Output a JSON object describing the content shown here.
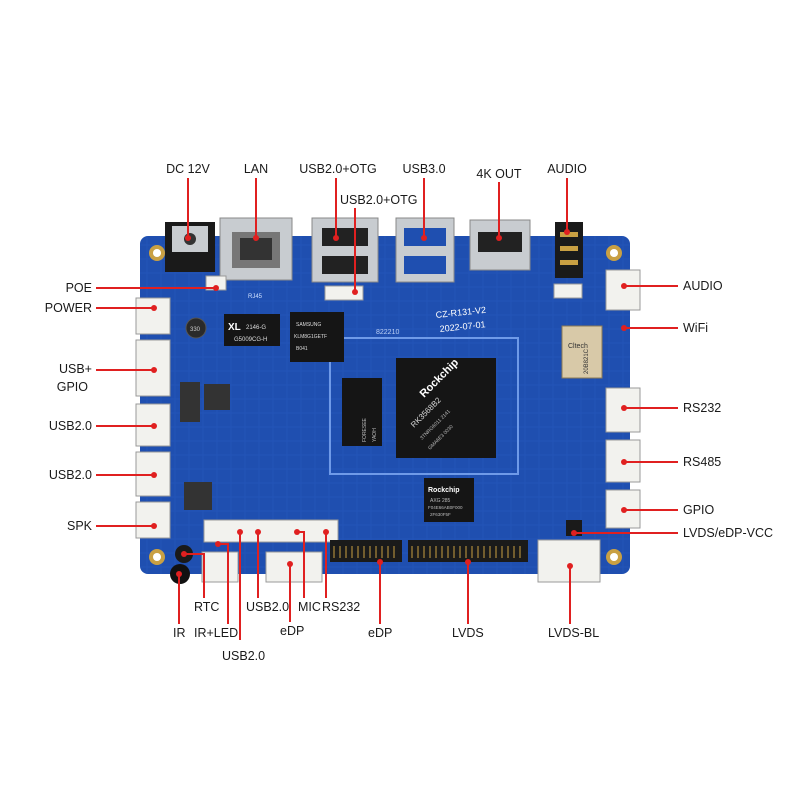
{
  "board": {
    "model_silk": "CZ-R131-V2",
    "date_silk": "2022-07-01",
    "code_silk": "822210",
    "soc_brand": "Rockchip",
    "soc_part": "RK3568B2",
    "soc_sub1": "3TNRG6011 2141",
    "soc_sub2": "GMA6E3 0030",
    "soc2_brand": "Rockchip",
    "soc2_l1": "AXG 285",
    "soc2_l2": "F04E66AB0F000",
    "soc2_l3": "2F630F5F",
    "eth_brand": "XL",
    "eth_l1": "2146-G",
    "eth_l2": "G5009CG-H",
    "ram_l1": "SAMSUNG",
    "ram_l2": "KLM8G1GETF",
    "ram_l3": "B041",
    "wifi_l1": "Cltech",
    "wifi_l2": "20B821C",
    "cap_text": "330",
    "lan_silk": "RJ45",
    "flash_l1": "FORESEE",
    "flash_l2": "YAOH"
  },
  "labels": {
    "dc12v": "DC 12V",
    "lan": "LAN",
    "usb_otg_top": "USB2.0+OTG",
    "usb_otg_mid": "USB2.0+OTG",
    "usb3": "USB3.0",
    "fourk": "4K OUT",
    "audio_top": "AUDIO",
    "poe": "POE",
    "power": "POWER",
    "usb_gpio_1": "USB+",
    "usb_gpio_2": "GPIO",
    "usb2_a": "USB2.0",
    "usb2_b": "USB2.0",
    "spk": "SPK",
    "audio_right": "AUDIO",
    "wifi": "WiFi",
    "rs232_right": "RS232",
    "rs485": "RS485",
    "gpio_right": "GPIO",
    "lvds_edp_vcc": "LVDS/eDP-VCC",
    "rtc": "RTC",
    "ir": "IR",
    "ir_led": "IR+LED",
    "usb2_bottom1": "USB2.0",
    "usb2_bottom2": "USB2.0",
    "edp_small": "eDP",
    "mic": "MIC",
    "rs232_bottom": "RS232",
    "edp": "eDP",
    "lvds": "LVDS",
    "lvds_bl": "LVDS-BL"
  },
  "colors": {
    "pcb": "#1f4fb0",
    "pcb_dark": "#163d8f",
    "leader": "#e02020",
    "metal": "#c8ccd0",
    "connector": "#f2f2ee",
    "chip": "#151515",
    "gold": "#c9a043"
  }
}
